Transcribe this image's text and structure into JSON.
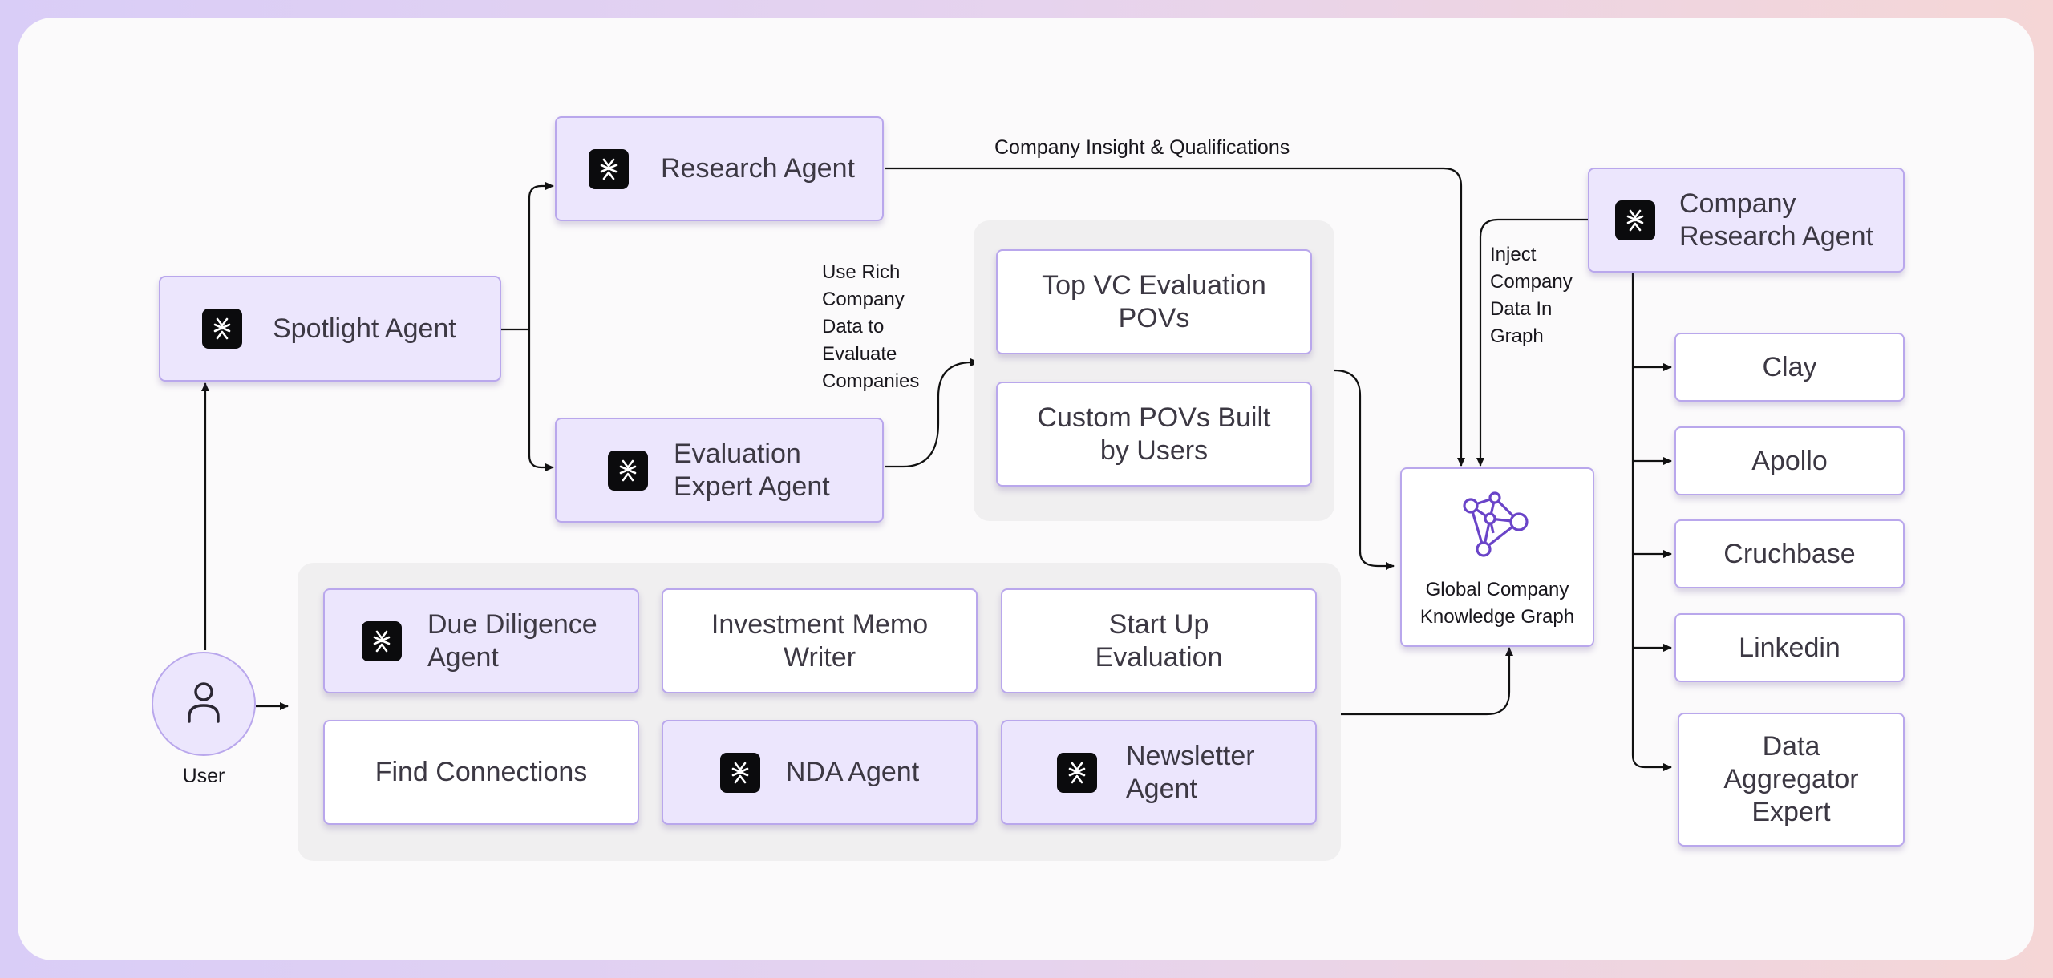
{
  "nodes": {
    "research_agent": "Research Agent",
    "spotlight_agent": "Spotlight Agent",
    "evaluation_expert_agent": [
      "Evaluation",
      "Expert Agent"
    ],
    "top_vc_povs": [
      "Top VC Evaluation",
      "POVs"
    ],
    "custom_povs": [
      "Custom POVs Built",
      "by Users"
    ],
    "company_research_agent": [
      "Company",
      "Research Agent"
    ],
    "global_kg": [
      "Global Company",
      "Knowledge Graph"
    ],
    "due_diligence_agent": [
      "Due Diligence",
      "Agent"
    ],
    "investment_memo_writer": [
      "Investment Memo",
      "Writer"
    ],
    "startup_evaluation": [
      "Start Up",
      "Evaluation"
    ],
    "find_connections": "Find Connections",
    "nda_agent": "NDA Agent",
    "newsletter_agent": [
      "Newsletter",
      "Agent"
    ],
    "clay": "Clay",
    "apollo": "Apollo",
    "crunchbase": "Cruchbase",
    "linkedin": "Linkedin",
    "data_aggregator_expert": [
      "Data",
      "Aggregator",
      "Expert"
    ],
    "user": "User"
  },
  "edge_labels": {
    "company_insight": "Company Insight & Qualifications",
    "use_rich_data": [
      "Use Rich",
      "Company",
      "Data to",
      "Evaluate",
      "Companies"
    ],
    "inject_data": [
      "Inject",
      "Company",
      "Data In",
      "Graph"
    ]
  },
  "icons": {
    "agent_logo": "brand-logo-icon",
    "user": "user-icon",
    "graph": "network-graph-icon"
  },
  "colors": {
    "agent_fill": "#ece6fd",
    "node_border": "#b9a7ec",
    "graph_icon": "#6a44c8",
    "connector": "#111111"
  }
}
